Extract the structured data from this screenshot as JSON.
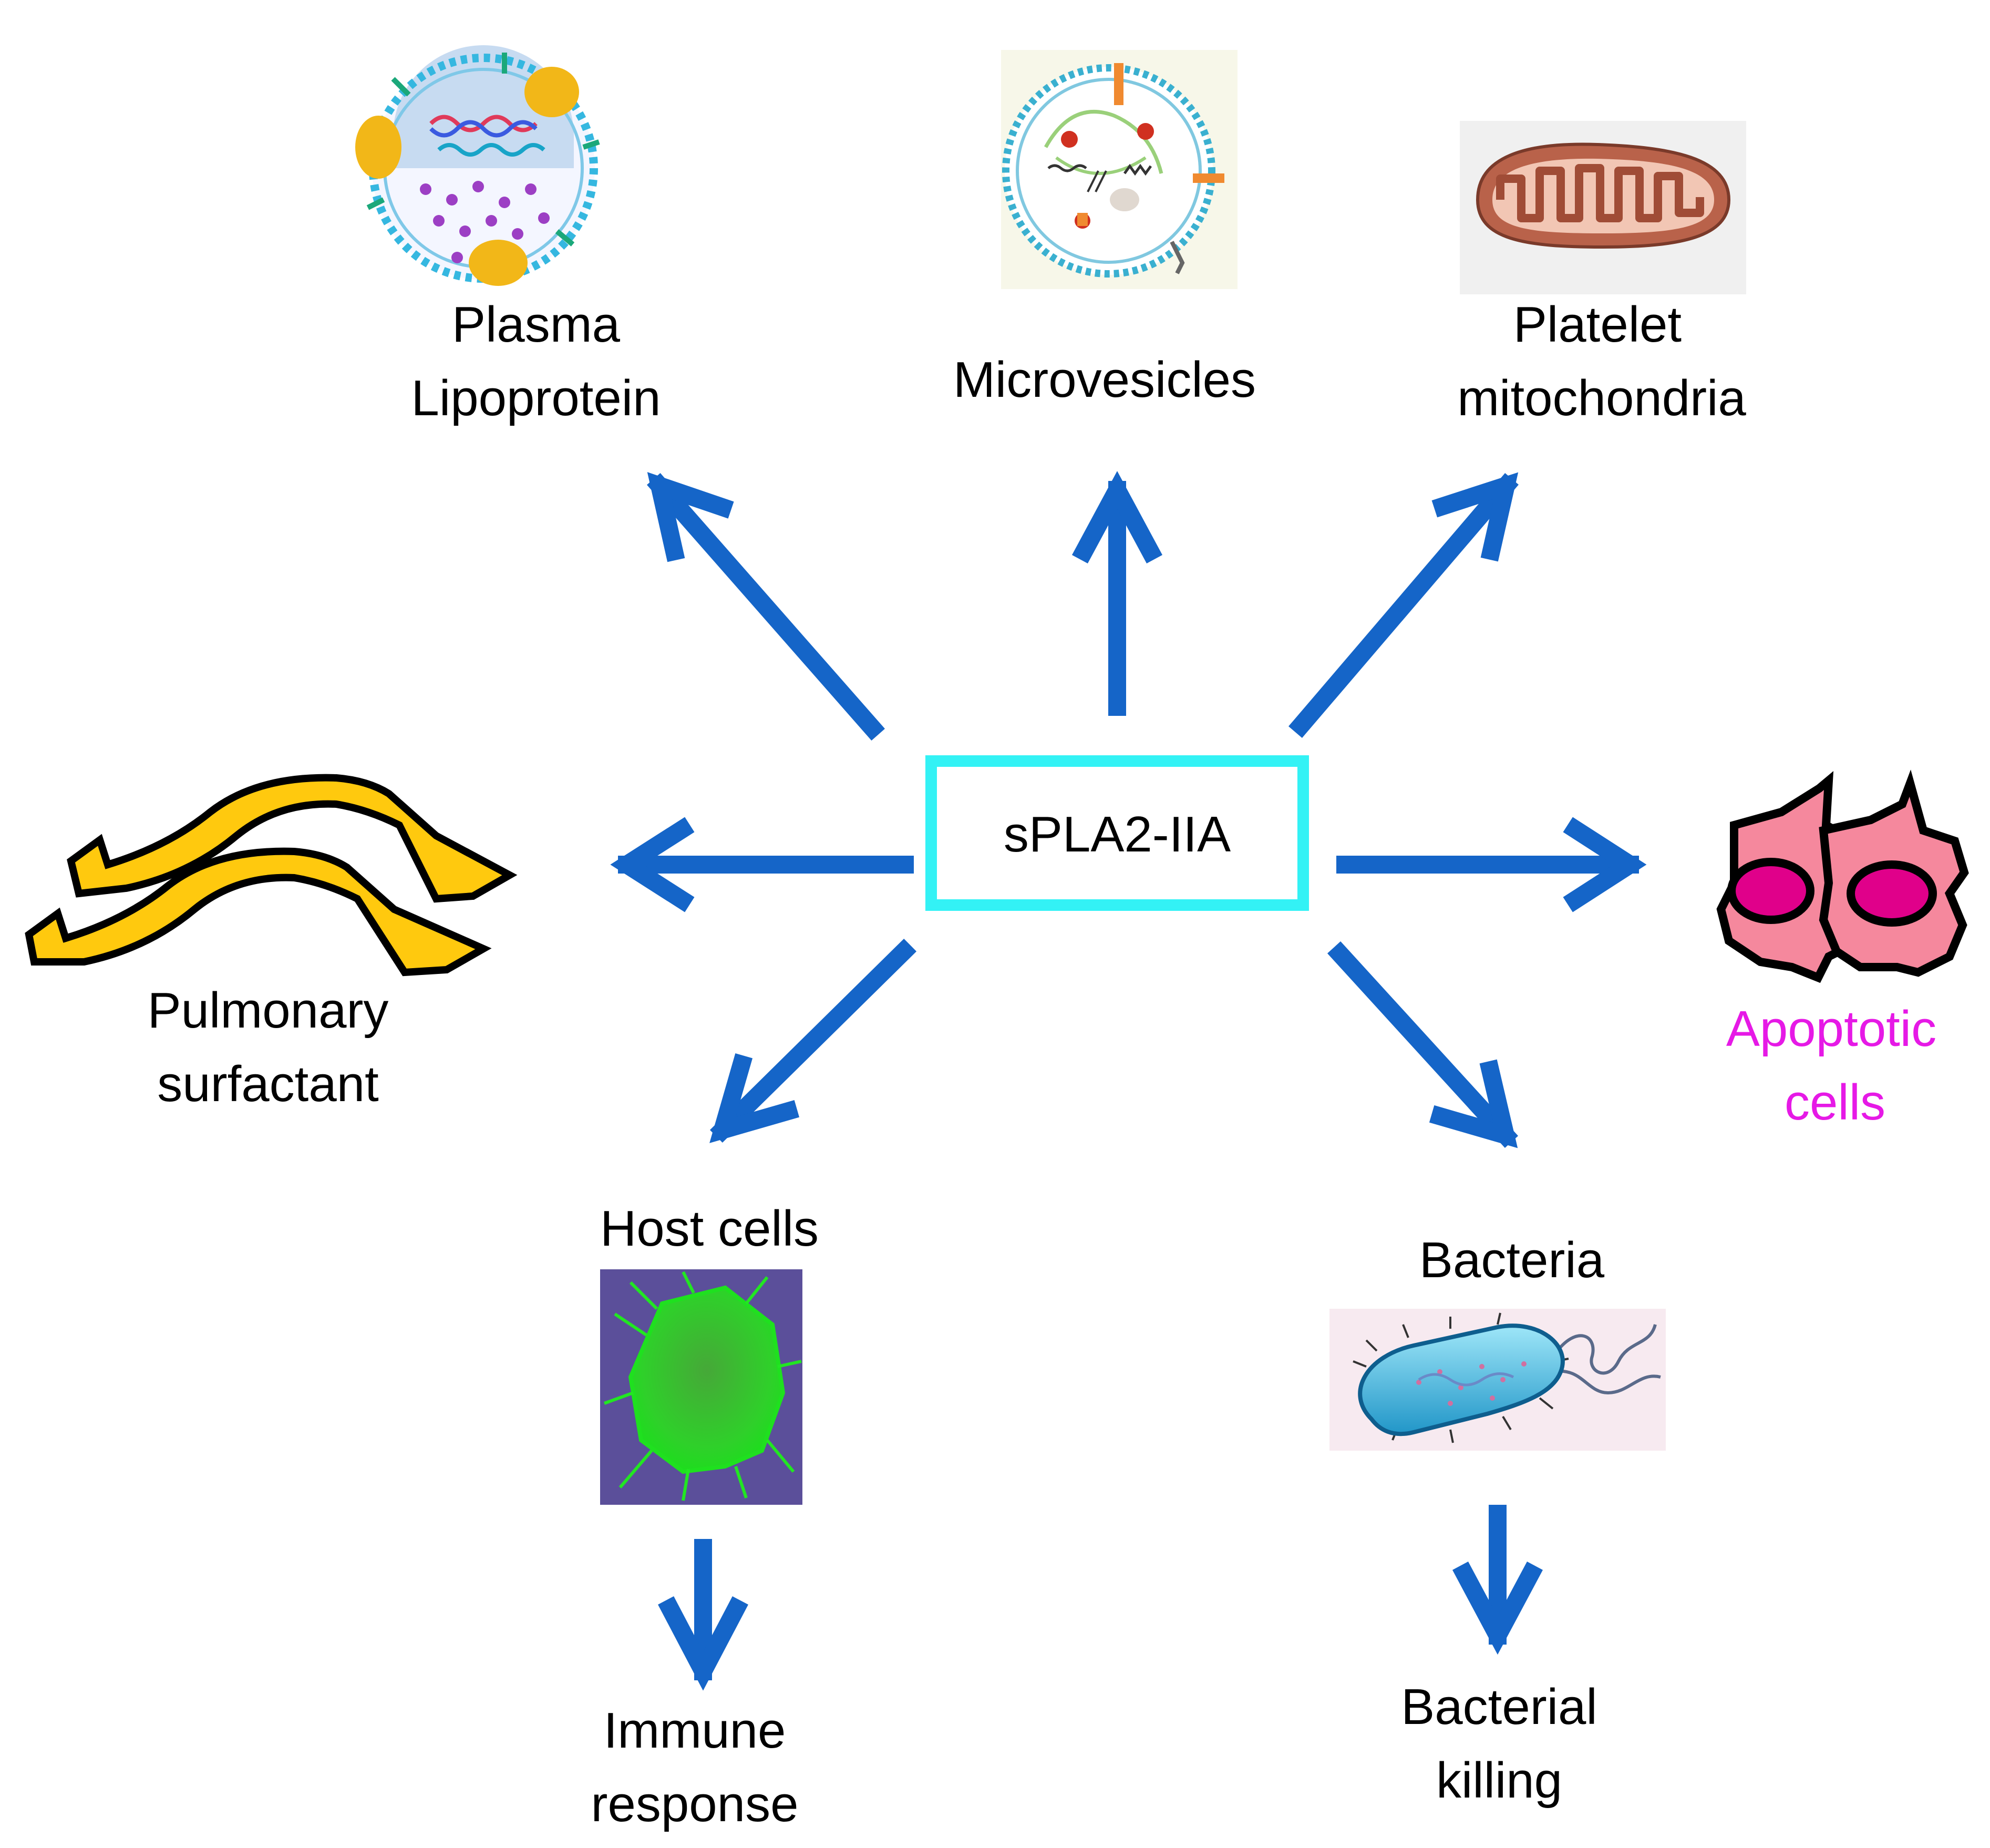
{
  "center": {
    "label": "sPLA2-IIA",
    "border_color": "#33F2F5"
  },
  "colors": {
    "arrow": "#1565C8",
    "apoptotic_label": "#E619E6"
  },
  "nodes": {
    "plasma_lipoprotein": {
      "line1": "Plasma",
      "line2": "Lipoprotein"
    },
    "microvesicles": {
      "line1": "Microvesicles"
    },
    "platelet_mitochondria": {
      "line1": "Platelet",
      "line2": "mitochondria"
    },
    "pulmonary_surfactant": {
      "line1": "Pulmonary",
      "line2": "surfactant"
    },
    "apoptotic_cells": {
      "line1": "Apoptotic",
      "line2": "cells"
    },
    "host_cells": {
      "line1": "Host cells"
    },
    "bacteria": {
      "line1": "Bacteria"
    },
    "immune_response": {
      "line1": "Immune",
      "line2": "response"
    },
    "bacterial_killing": {
      "line1": "Bacterial",
      "line2": "killing"
    }
  },
  "icons": {
    "lipoprotein": "lipoprotein-particle-icon",
    "microvesicle": "microvesicle-icon",
    "mitochondrion": "mitochondrion-icon",
    "surfactant": "surfactant-icon",
    "apoptotic": "apoptotic-cells-icon",
    "host_cell": "host-cell-icon",
    "bacterium": "bacterium-icon"
  }
}
